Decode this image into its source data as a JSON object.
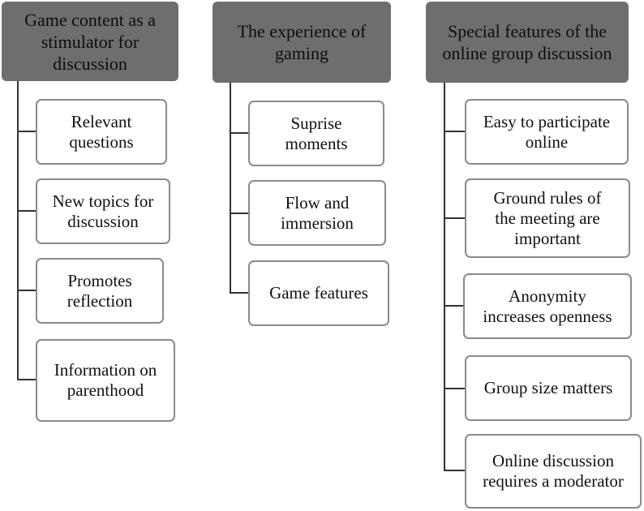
{
  "columns": [
    {
      "header": "Game content as a\nstimulator for\ndiscussion",
      "items": [
        "Relevant\nquestions",
        "New topics for\ndiscussion",
        "Promotes\nreflection",
        "Information on\nparenthood"
      ]
    },
    {
      "header": "The experience of\ngaming",
      "items": [
        "Suprise\nmoments",
        "Flow and\nimmersion",
        "Game features"
      ]
    },
    {
      "header": "Special features of the\nonline group discussion",
      "items": [
        "Easy to participate\nonline",
        "Ground rules of\nthe meeting are\nimportant",
        "Anonymity\nincreases openness",
        "Group size matters",
        "Online discussion\nrequires a moderator"
      ]
    }
  ],
  "colors": {
    "header_fill": "#6e6e70",
    "item_border": "#8a8a8a",
    "connector": "#333333"
  }
}
